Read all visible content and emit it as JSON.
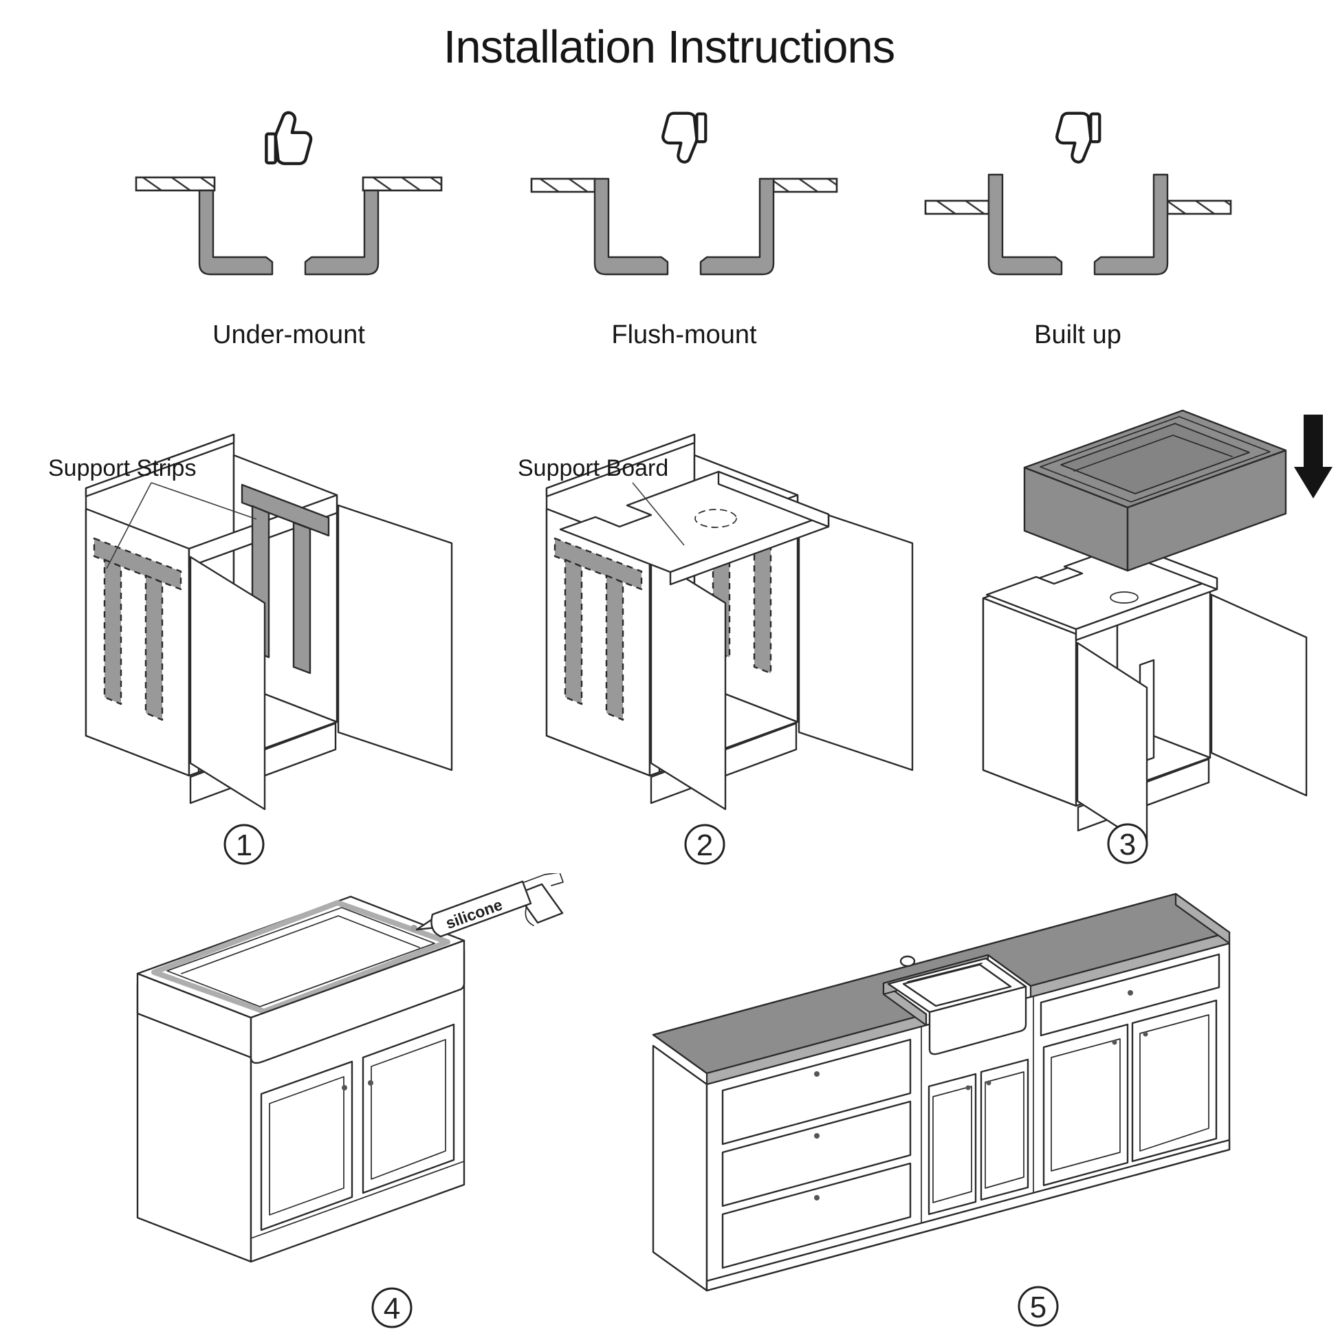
{
  "page": {
    "title": "Installation Instructions"
  },
  "colors": {
    "line": "#2a2a2a",
    "text": "#161616",
    "gray_fill": "#999999",
    "gray_mid": "#8d8d8d",
    "gray_light": "#adadad"
  },
  "mount_types": [
    {
      "label": "Under-mount",
      "verdict": "recommended",
      "icon": "thumbs-up-icon"
    },
    {
      "label": "Flush-mount",
      "verdict": "not-recommended",
      "icon": "thumbs-down-icon"
    },
    {
      "label": "Built up",
      "verdict": "not-recommended",
      "icon": "thumbs-down-icon"
    }
  ],
  "steps": [
    {
      "number": "1",
      "annotation": "Support Strips"
    },
    {
      "number": "2",
      "annotation": "Support Board"
    },
    {
      "number": "3",
      "annotation": ""
    },
    {
      "number": "4",
      "annotation": "silicone"
    },
    {
      "number": "5",
      "annotation": ""
    }
  ]
}
